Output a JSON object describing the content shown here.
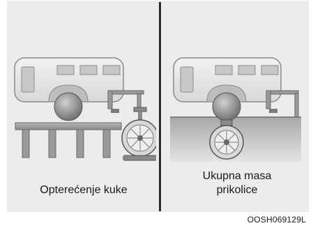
{
  "captions": {
    "left": "Opterećenje kuke",
    "right_line1": "Ukupna masa",
    "right_line2": "prikolice"
  },
  "figure_code": "OOSH069129L",
  "colors": {
    "background": "#ececec",
    "trailer_fill": "#e4e4e4",
    "shade_dark": "#8a8a8a",
    "outline": "#555555"
  },
  "icons": [
    "trailer-icon",
    "scale-icon",
    "weighing-platform-icon"
  ]
}
